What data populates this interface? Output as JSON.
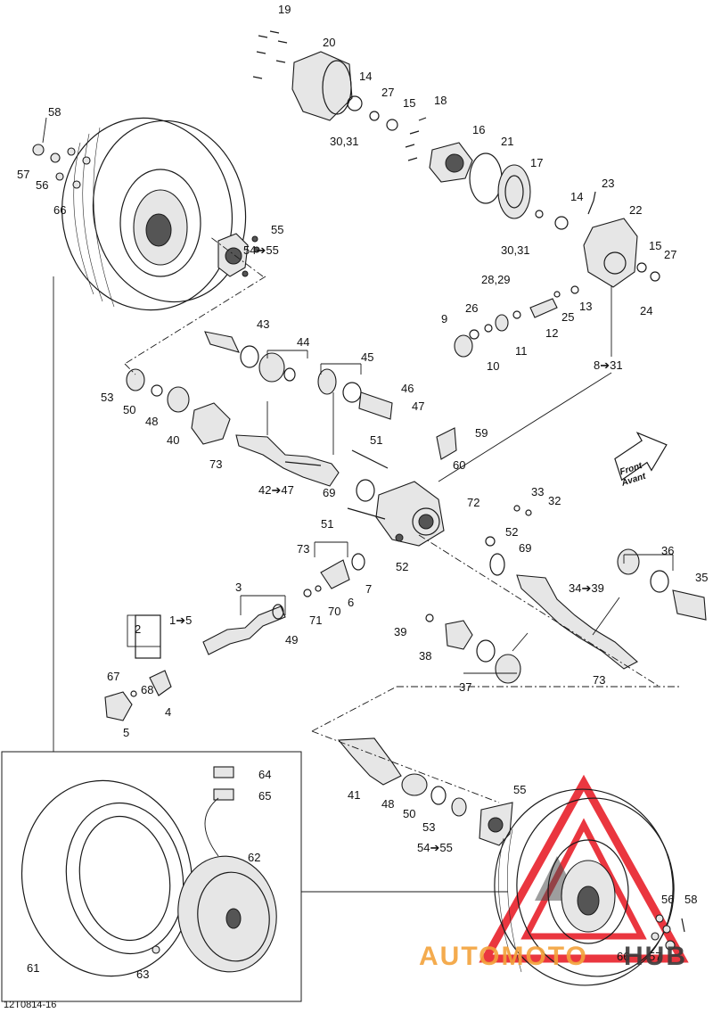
{
  "drawing_code": "12T0814-16",
  "direction_arrow": {
    "line1": "Front",
    "line2": "Avant"
  },
  "watermark": {
    "part1": "AUTOMOTO",
    "part2": "HUB",
    "color_primary": "#e8212b",
    "color_secondary": "#f3a23b",
    "color_dark": "#3a3a3a"
  },
  "callouts": {
    "c19": "19",
    "c20": "20",
    "c14a": "14",
    "c27a": "27",
    "c15a": "15",
    "c18": "18",
    "c3031a": "30,31",
    "c16": "16",
    "c21": "21",
    "c17": "17",
    "c23": "23",
    "c22": "22",
    "c14b": "14",
    "c3031b": "30,31",
    "c15b": "15",
    "c27b": "27",
    "c2829": "28,29",
    "c24": "24",
    "c13": "13",
    "c25": "25",
    "c26": "26",
    "c9": "9",
    "c12": "12",
    "c11": "11",
    "c10": "10",
    "c831": "8➔31",
    "c58a": "58",
    "c57a": "57",
    "c56a": "56",
    "c66a": "66",
    "c55a": "55",
    "c5455a": "54➔55",
    "c43": "43",
    "c44": "44",
    "c45": "45",
    "c46": "46",
    "c47": "47",
    "c53a": "53",
    "c50a": "50",
    "c48a": "48",
    "c40": "40",
    "c73a": "73",
    "c4247": "42➔47",
    "c51a": "51",
    "c59": "59",
    "c60": "60",
    "c69a": "69",
    "c72": "72",
    "c33": "33",
    "c32": "32",
    "c51b": "51",
    "c52a": "52",
    "c69b": "69",
    "c52b": "52",
    "c73b": "73",
    "c36": "36",
    "c35": "35",
    "c3439": "34➔39",
    "c3": "3",
    "c15c": "1➔5",
    "c71": "71",
    "c70": "70",
    "c6": "6",
    "c7": "7",
    "c49": "49",
    "c2": "2",
    "c39": "39",
    "c38": "38",
    "c37": "37",
    "c73c": "73",
    "c67": "67",
    "c68": "68",
    "c4": "4",
    "c5": "5",
    "c55b": "55",
    "c41": "41",
    "c48b": "48",
    "c50b": "50",
    "c53b": "53",
    "c5455b": "54➔55",
    "c64": "64",
    "c65": "65",
    "c62": "62",
    "c61": "61",
    "c63": "63",
    "c56b": "56",
    "c58b": "58",
    "c66b": "66",
    "c57b": "57"
  }
}
